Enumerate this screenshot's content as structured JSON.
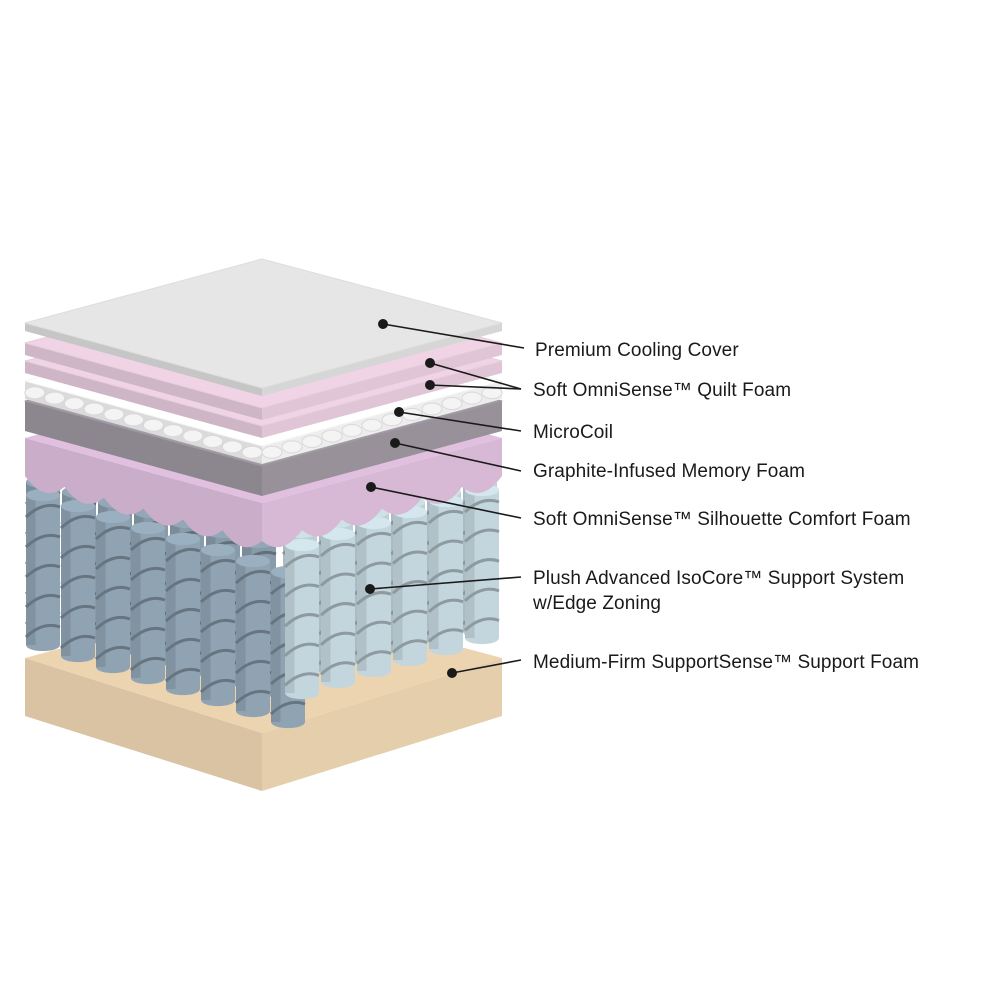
{
  "layers": [
    {
      "id": "cover",
      "lines": [
        "Premium Cooling Cover"
      ]
    },
    {
      "id": "quilt",
      "lines": [
        "Soft OmniSense™ Quilt Foam"
      ]
    },
    {
      "id": "microcoil",
      "lines": [
        "MicroCoil"
      ]
    },
    {
      "id": "graphite",
      "lines": [
        "Graphite-Infused Memory Foam"
      ]
    },
    {
      "id": "silhouette",
      "lines": [
        "Soft OmniSense™ Silhouette Comfort Foam"
      ]
    },
    {
      "id": "isocore",
      "lines": [
        "Plush Advanced IsoCore™ Support System",
        "w/Edge Zoning"
      ]
    },
    {
      "id": "base",
      "lines": [
        "Medium-Firm SupportSense™ Support Foam"
      ]
    }
  ],
  "colors": {
    "cover": "#e6e6e6",
    "quilt": "#f0d4e6",
    "microcoil": "#ffffff",
    "graphite": "#a39ca6",
    "silhouette": "#e0c0de",
    "coils_front": "#8fa3b3",
    "coils_side": "#c4d6dd",
    "base": "#ecd4b0",
    "leader": "#1a1a1a"
  }
}
